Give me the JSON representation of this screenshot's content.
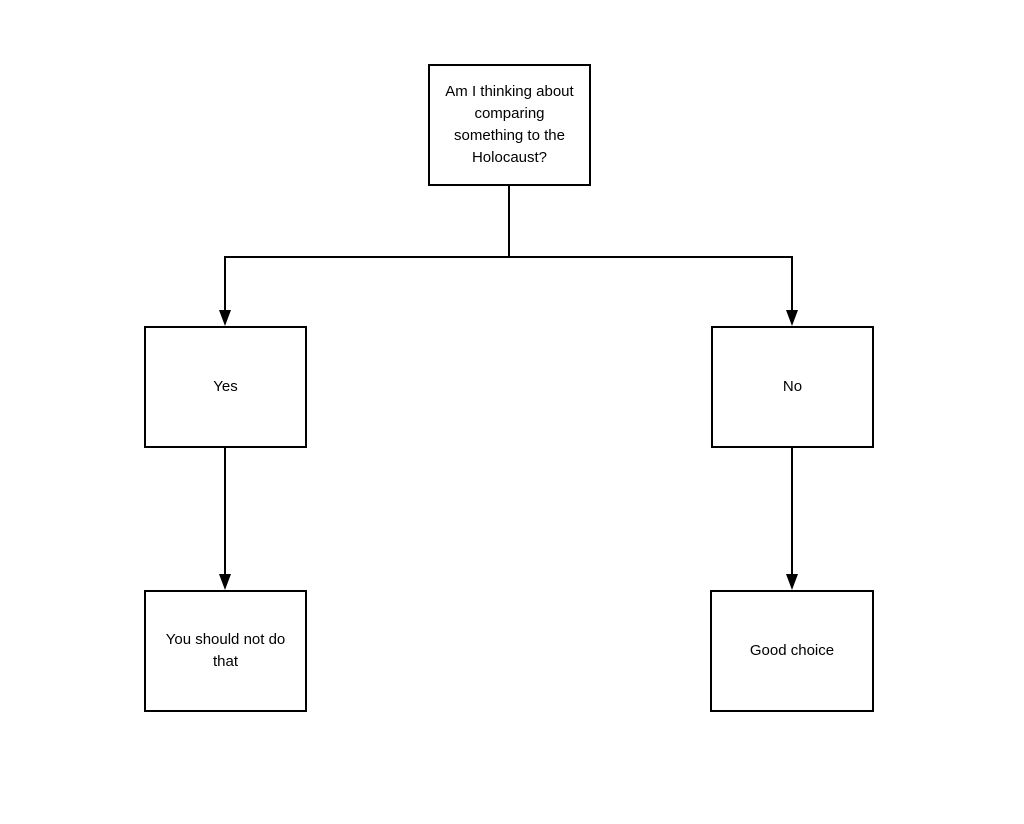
{
  "diagram": {
    "type": "flowchart",
    "nodes": {
      "question": {
        "label": "Am I thinking about comparing something to the Holocaust?"
      },
      "yes": {
        "label": "Yes"
      },
      "no": {
        "label": "No"
      },
      "should_not": {
        "label": "You should not do that"
      },
      "good_choice": {
        "label": "Good choice"
      }
    },
    "edges": [
      {
        "from": "question",
        "to": "yes"
      },
      {
        "from": "question",
        "to": "no"
      },
      {
        "from": "yes",
        "to": "should_not"
      },
      {
        "from": "no",
        "to": "good_choice"
      }
    ],
    "colors": {
      "line": "#000000",
      "background": "#ffffff",
      "text": "#000000"
    }
  }
}
